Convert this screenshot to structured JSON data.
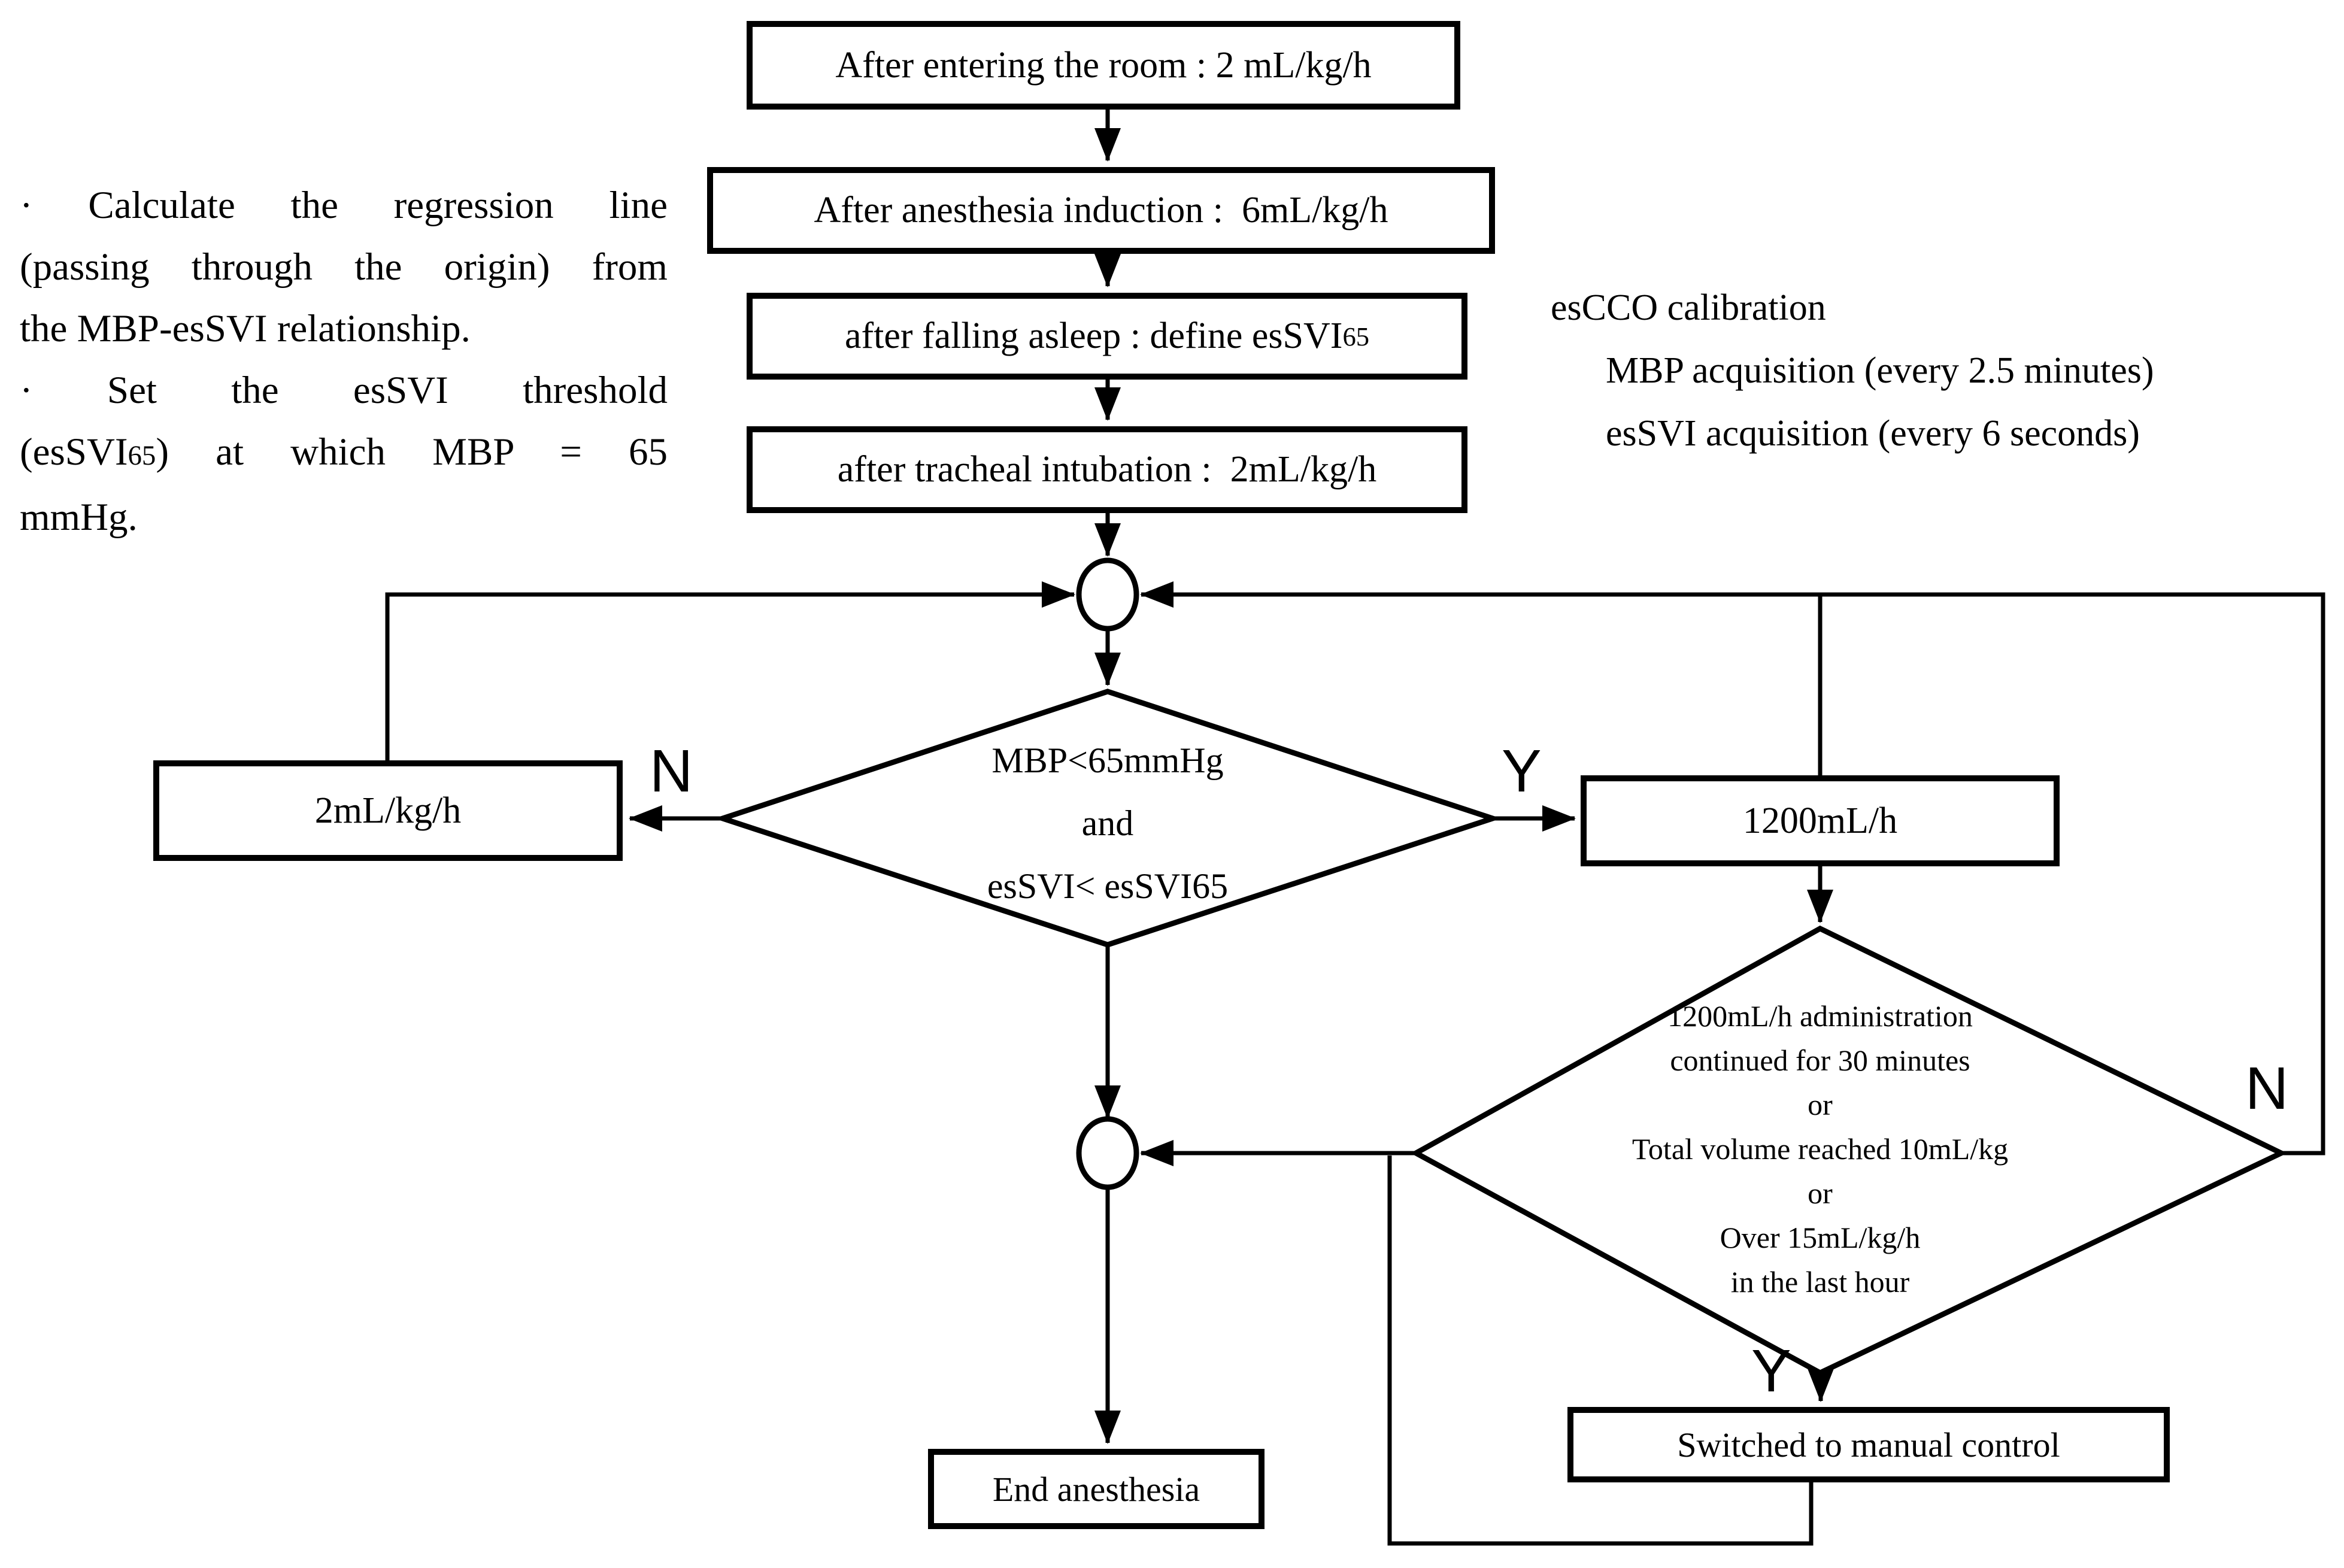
{
  "colors": {
    "ink": "#000000",
    "background": "#ffffff"
  },
  "note_left": {
    "line1": "· Calculate the regression line",
    "line2": "(passing through the origin) from",
    "line3": "the MBP-esSVI relationship.",
    "line4": "· Set the esSVI threshold",
    "line5_pre": "(esSVI",
    "line5_sub": "65",
    "line5_post": ") at which MBP = 65",
    "line6": "mmHg."
  },
  "note_right": {
    "line1": "esCCO calibration",
    "line2": "MBP acquisition (every 2.5 minutes)",
    "line3": "esSVI acquisition (every 6 seconds)"
  },
  "boxes": {
    "entering": "After entering the room : 2 mL/kg/h",
    "induction": "After anesthesia induction :  6mL/kg/h",
    "asleep_pre": "after falling asleep : define esSVI",
    "asleep_sub": "65",
    "intubation": "after tracheal intubation :  2mL/kg/h",
    "rate_low": "2mL/kg/h",
    "rate_high": "1200mL/h",
    "manual": "Switched to manual control",
    "end": "End anesthesia"
  },
  "decision1": {
    "line1": "MBP<65mmHg",
    "line2": "and",
    "line3": "esSVI< esSVI65"
  },
  "decision2": {
    "line1": "1200mL/h administration",
    "line2": "continued for 30 minutes",
    "line3": "or",
    "line4": "Total volume reached 10mL/kg",
    "line5": "or",
    "line6": "Over 15mL/kg/h",
    "line7": "in the last hour"
  },
  "branches": {
    "d1_no": "N",
    "d1_yes": "Y",
    "d2_no": "N",
    "d2_yes": "Y"
  }
}
